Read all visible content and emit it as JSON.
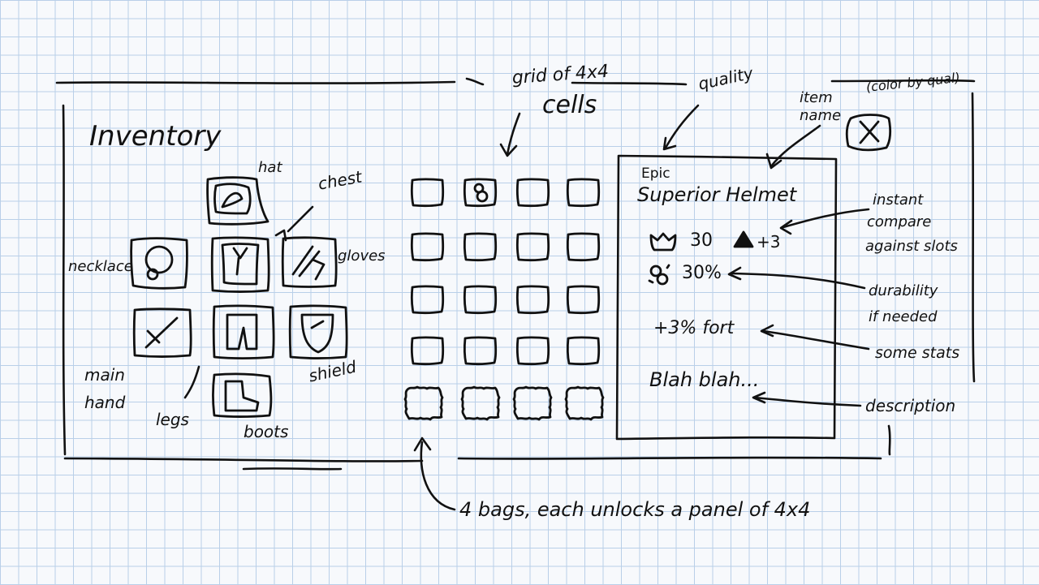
{
  "title": "Inventory",
  "equipment_labels": {
    "hat": "hat",
    "chest": "chest",
    "necklace": "necklace",
    "gloves": "gloves",
    "main_hand_line1": "main",
    "main_hand_line2": "hand",
    "legs": "legs",
    "shield": "shield",
    "boots": "boots"
  },
  "annotations": {
    "grid_line1": "grid of 4x4",
    "grid_line2": "cells",
    "quality": "quality",
    "item_name_line1": "item",
    "item_name_line2": "name",
    "color_by_quality": "(color by qual)",
    "instant_compare_line1": "instant",
    "instant_compare_line2": "compare",
    "instant_compare_line3": "against slots",
    "durability_line1": "durability",
    "durability_line2": "if needed",
    "some_stats": "some stats",
    "description": "description",
    "bags": "4 bags, each unlocks a panel of 4x4"
  },
  "tooltip": {
    "quality": "Epic",
    "item_name": "Superior Helmet",
    "armor_value": "30",
    "compare_value": "+3",
    "durability": "30%",
    "stat": "+3% fort",
    "description": "Blah blah..."
  },
  "icons": {
    "close": "close-icon",
    "armor": "armor-icon",
    "compare_up": "triangle-up-icon",
    "durability": "broken-chain-icon"
  },
  "grid": {
    "rows": 4,
    "cols": 4,
    "filled_cell_index": 1
  },
  "bags": {
    "count": 4
  }
}
